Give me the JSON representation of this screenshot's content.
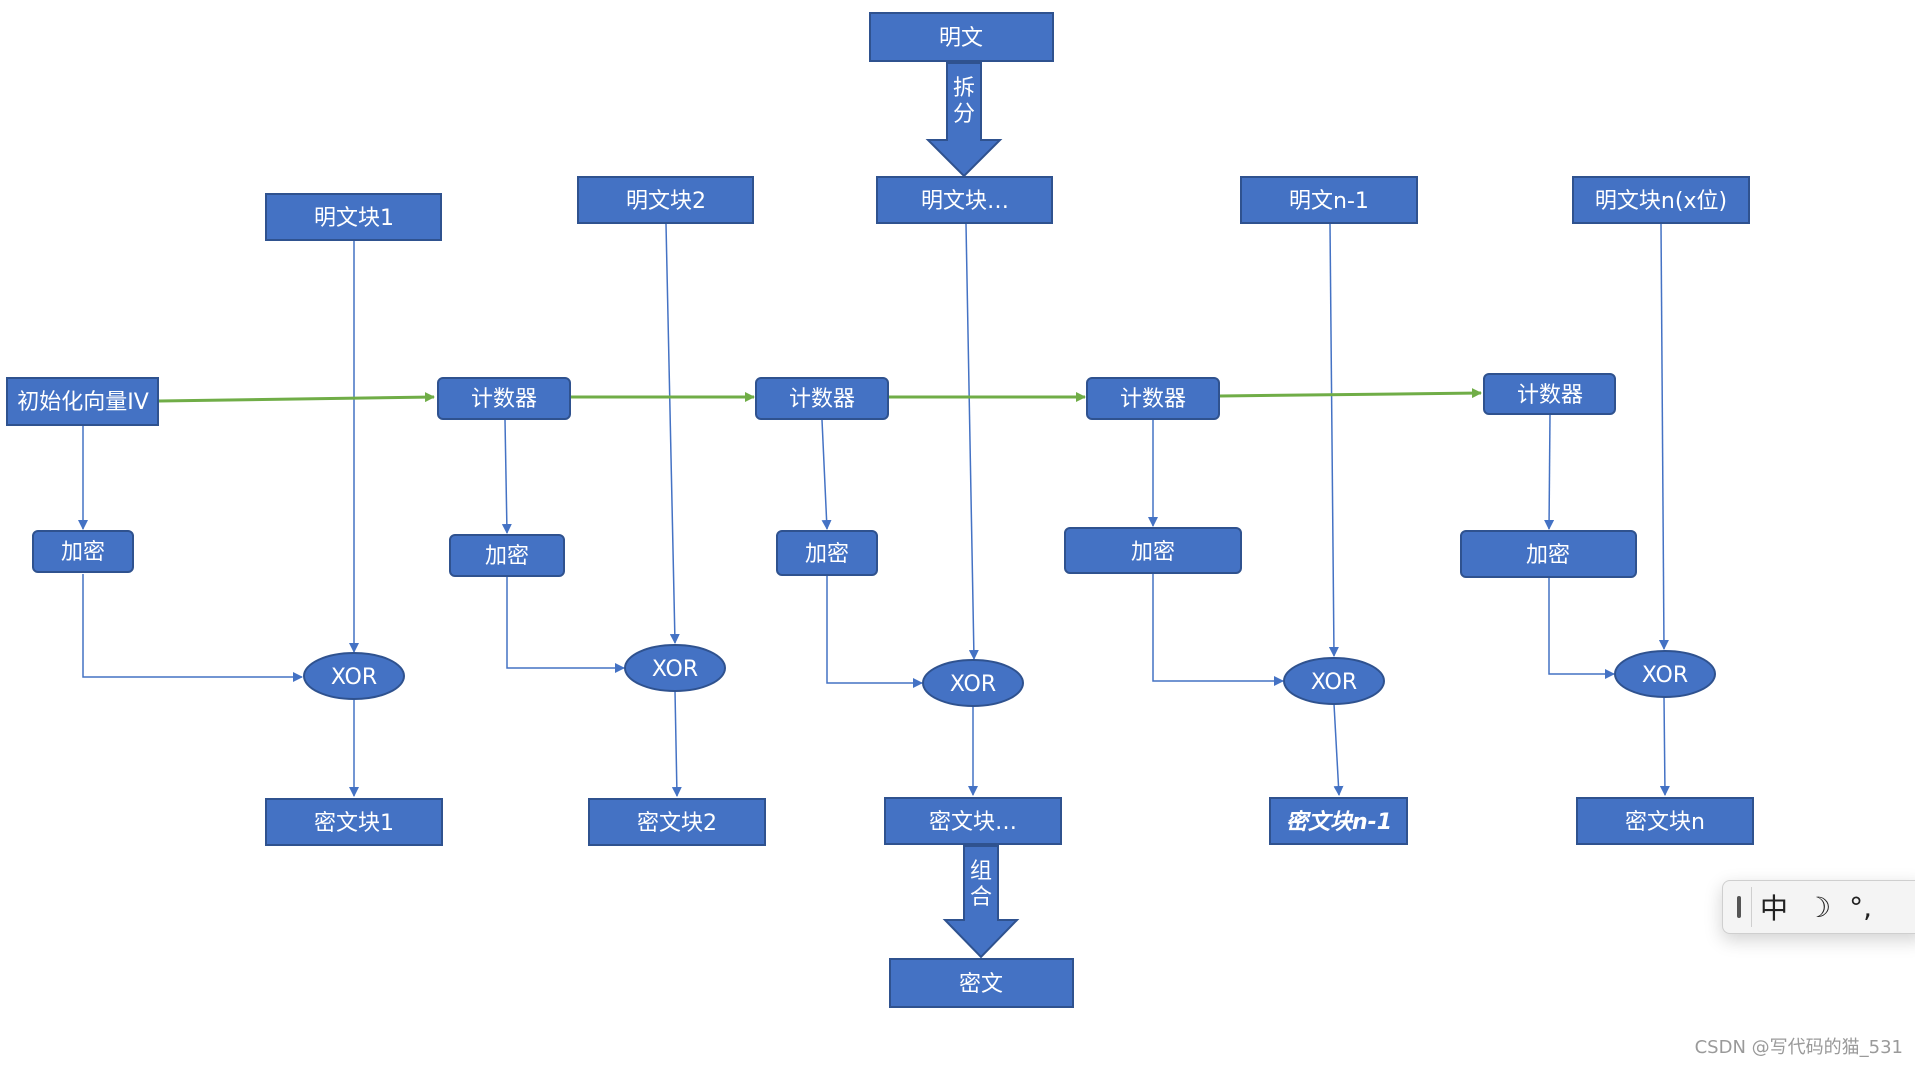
{
  "top": {
    "plaintext": "明文",
    "split": "拆分"
  },
  "plain_blocks": [
    "明文块1",
    "明文块2",
    "明文块…",
    "明文n-1",
    "明文块n(x位)"
  ],
  "iv": "初始化向量IV",
  "counter": "计数器",
  "encrypt": "加密",
  "xor": "XOR",
  "cipher_blocks": [
    "密文块1",
    "密文块2",
    "密文块…",
    "密文块n-1",
    "密文块n"
  ],
  "bottom": {
    "combine": "组合",
    "ciphertext": "密文"
  },
  "ime": {
    "mode": "中",
    "moon": "☽",
    "punct": "°,"
  },
  "watermark": "CSDN @写代码的猫_531",
  "colors": {
    "box_fill": "#4472C4",
    "box_stroke": "#2F528F",
    "arrow": "#4472C4",
    "counter_arrow": "#70AD47"
  }
}
